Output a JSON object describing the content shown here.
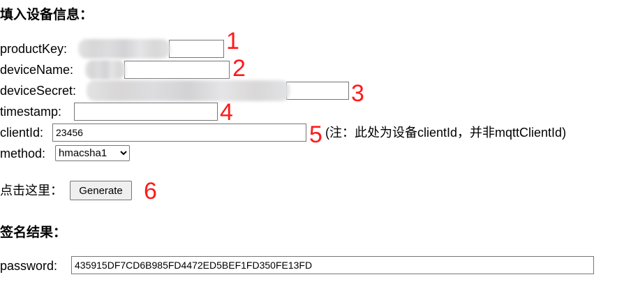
{
  "device_info": {
    "heading": "填入设备信息：",
    "product_key_label": "productKey:",
    "device_name_label": "deviceName:",
    "device_secret_label": "deviceSecret:",
    "timestamp_label": "timestamp:",
    "timestamp_value": "",
    "client_id_label": "clientId:",
    "client_id_value": "23456",
    "client_id_note": "(注：此处为设备clientId，并非mqttClientId)",
    "method_label": "method:",
    "method_value": "hmacsha1"
  },
  "action": {
    "label": "点击这里：",
    "generate_button": "Generate"
  },
  "result": {
    "heading": "签名结果：",
    "password_label": "password:",
    "password_value": "435915DF7CD6B985FD4472ED5BEF1FD350FE13FD"
  },
  "annotations": [
    "1",
    "2",
    "3",
    "4",
    "5",
    "6"
  ],
  "colors": {
    "annotation": "#ff1a1a"
  }
}
